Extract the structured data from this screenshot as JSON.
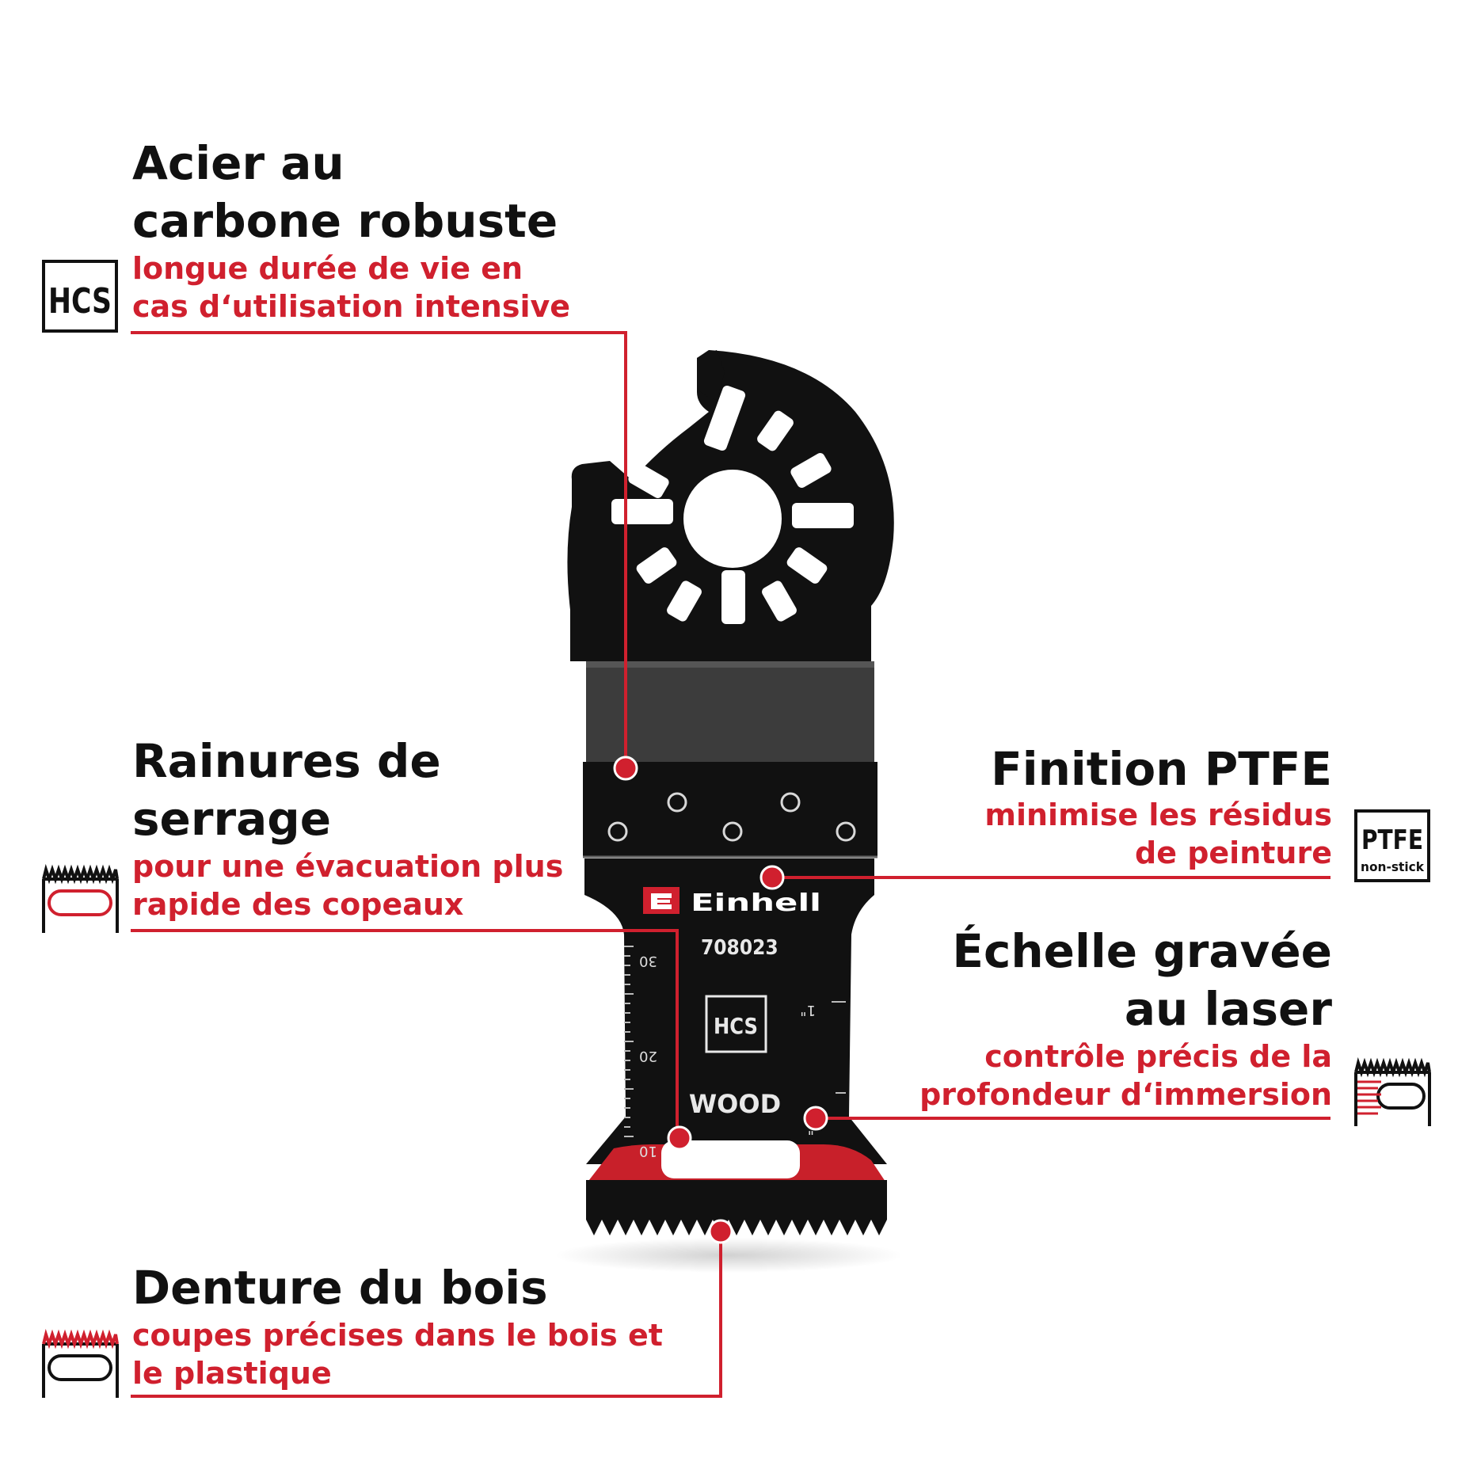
{
  "features": [
    {
      "id": "hcs",
      "title": [
        "Acier au",
        "carbone robuste"
      ],
      "subtitle": [
        "longue durée de vie en",
        "cas d‘utilisation intensive"
      ],
      "icon": "hcs-badge-icon",
      "icon_text": "HCS"
    },
    {
      "id": "grooves",
      "title": [
        "Rainures de",
        "serrage"
      ],
      "subtitle": [
        "pour une évacuation plus",
        "rapide des copeaux"
      ],
      "icon": "clamping-grooves-icon"
    },
    {
      "id": "teeth",
      "title": [
        "Denture du bois"
      ],
      "subtitle": [
        "coupes précises dans le bois et",
        "le plastique"
      ],
      "icon": "wood-teeth-icon"
    },
    {
      "id": "ptfe",
      "title": [
        "Finition PTFE"
      ],
      "subtitle": [
        "minimise les résidus",
        "de peinture"
      ],
      "icon": "ptfe-badge-icon",
      "icon_text": [
        "PTFE",
        "non-stick"
      ]
    },
    {
      "id": "scale",
      "title": [
        "Échelle gravée",
        "au laser"
      ],
      "subtitle": [
        "contrôle précis de la",
        "profondeur d‘immersion"
      ],
      "icon": "laser-scale-icon"
    }
  ],
  "blade": {
    "brand": "Einhell",
    "model": "708023",
    "material": "HCS",
    "application": "WOOD",
    "scale_labels": [
      "30",
      "20",
      "10"
    ],
    "inch_labels": [
      "1\"",
      "\""
    ]
  },
  "colors": {
    "accent": "#d0202e",
    "text": "#111111",
    "blade": "#111111"
  }
}
